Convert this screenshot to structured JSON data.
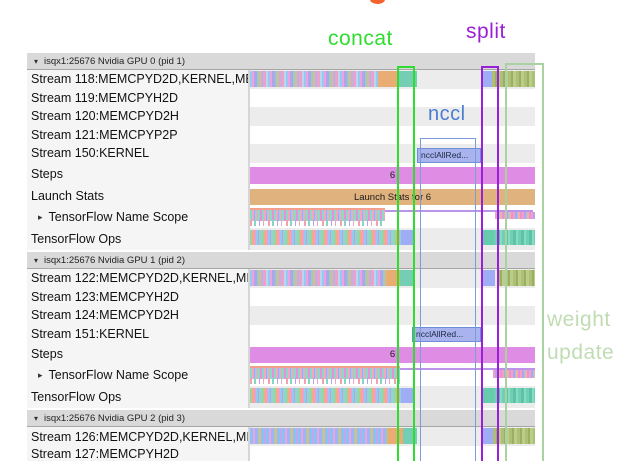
{
  "icons": {
    "expanded": "▾",
    "collapsed": "▸"
  },
  "annotations": {
    "concat": "concat",
    "split": "split",
    "nccl": "nccl",
    "weight_line1": "weight",
    "weight_line2": "update"
  },
  "colors": {
    "concat_green": "#2edd2d",
    "split_purple": "#9a1fd8",
    "nccl_blue": "#4a7dd2",
    "weight_update_green": "#c0dcb4",
    "steps_bar": "#de8ce4",
    "launch_bar": "#dfb27e",
    "nccl_bar": "#a9b4ef"
  },
  "sections": [
    {
      "header": "isqx1:25676 Nvidia GPU 0 (pid 1)",
      "steps_value": "6",
      "launch_label": "Launch Stats for 6",
      "nccl_bar_label": "ncclAllRed...",
      "rows": [
        {
          "label": "Stream 118:MEMCPYD2D,KERNEL,ME"
        },
        {
          "label": "Stream 119:MEMCPYH2D"
        },
        {
          "label": "Stream 120:MEMCPYD2H"
        },
        {
          "label": "Stream 121:MEMCPYP2P"
        },
        {
          "label": "Stream 150:KERNEL"
        },
        {
          "label": "Steps"
        },
        {
          "label": "Launch Stats"
        },
        {
          "label": "TensorFlow Name Scope"
        },
        {
          "label": "TensorFlow Ops"
        }
      ]
    },
    {
      "header": "isqx1:25676 Nvidia GPU 1 (pid 2)",
      "steps_value": "6",
      "nccl_bar_label": "ncclAllRed...",
      "rows": [
        {
          "label": "Stream 122:MEMCPYD2D,KERNEL,MI"
        },
        {
          "label": "Stream 123:MEMCPYH2D"
        },
        {
          "label": "Stream 124:MEMCPYD2H"
        },
        {
          "label": "Stream 151:KERNEL"
        },
        {
          "label": "Steps"
        },
        {
          "label": "TensorFlow Name Scope"
        },
        {
          "label": "TensorFlow Ops"
        }
      ]
    },
    {
      "header": "isqx1:25676 Nvidia GPU 2 (pid 3)",
      "rows": [
        {
          "label": "Stream 126:MEMCPYD2D,KERNEL,MI"
        },
        {
          "label": "Stream 127:MEMCPYH2D"
        }
      ]
    }
  ]
}
